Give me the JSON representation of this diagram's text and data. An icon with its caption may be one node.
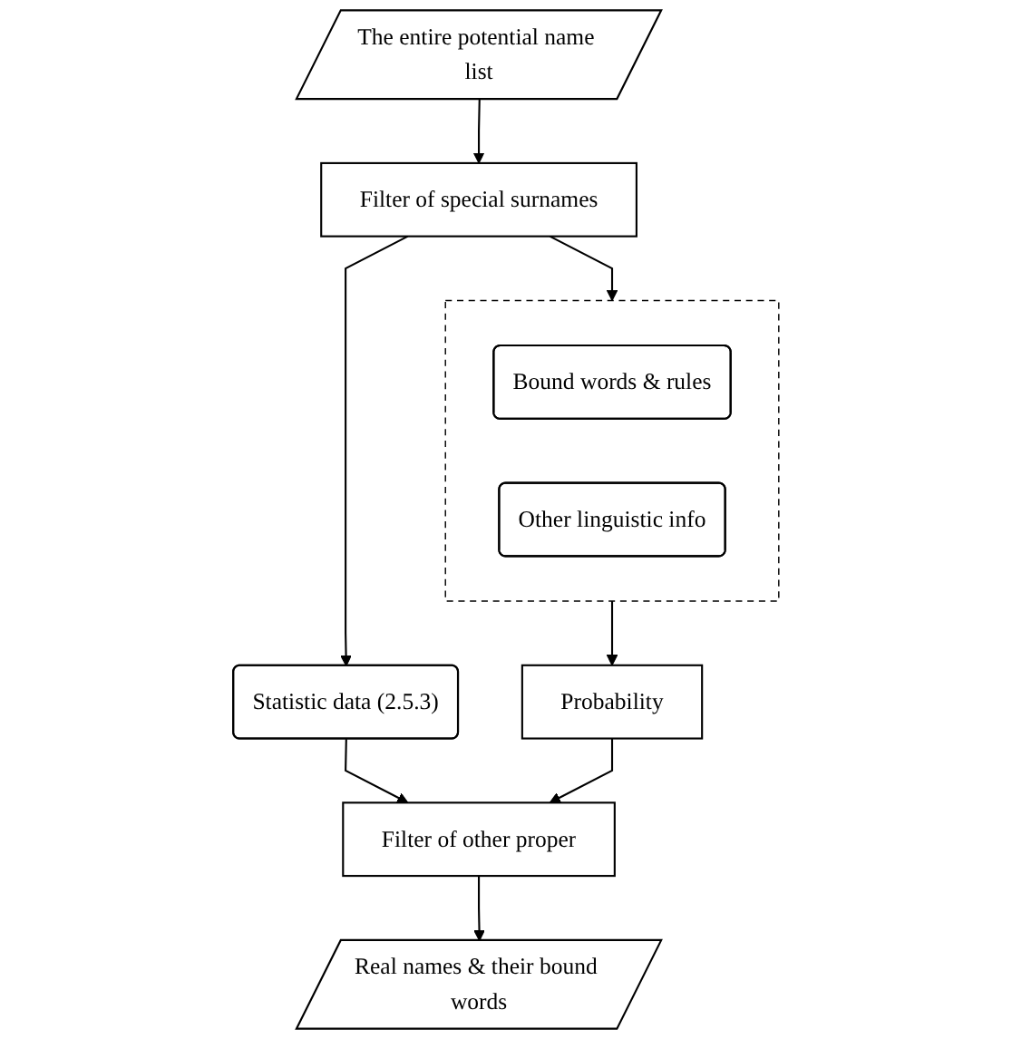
{
  "diagram": {
    "nodes": [
      {
        "text": [
          "The entire potential name list"
        ]
      },
      {
        "text": [
          "Filter of special surnames"
        ]
      },
      {
        "text": [],
        "shape": "box"
      },
      {
        "text": [
          "Bound words & rules"
        ],
        "in": 2
      },
      {
        "text": [
          "Other linguistic info"
        ],
        "in": 2
      },
      {
        "text": [
          "Statistic data (2.5.3)"
        ]
      },
      {
        "text": [
          "Probability"
        ]
      },
      {
        "text": [
          "Filter of other proper"
        ]
      },
      {
        "text": [
          "Real names & their bound words"
        ]
      }
    ],
    "edges": [
      {
        "from": 0,
        "to": 1,
        "arrow": "to"
      },
      {
        "from": 1,
        "to": 5,
        "arrow": "to"
      },
      {
        "from": 1,
        "to": 2,
        "arrow": "to"
      },
      {
        "from": 2,
        "to": 6,
        "arrow": "to"
      },
      {
        "from": 5,
        "to": 7,
        "arrow": "to"
      },
      {
        "from": 6,
        "to": 7,
        "arrow": "to"
      },
      {
        "from": 7,
        "to": 8,
        "arrow": "to"
      }
    ]
  }
}
